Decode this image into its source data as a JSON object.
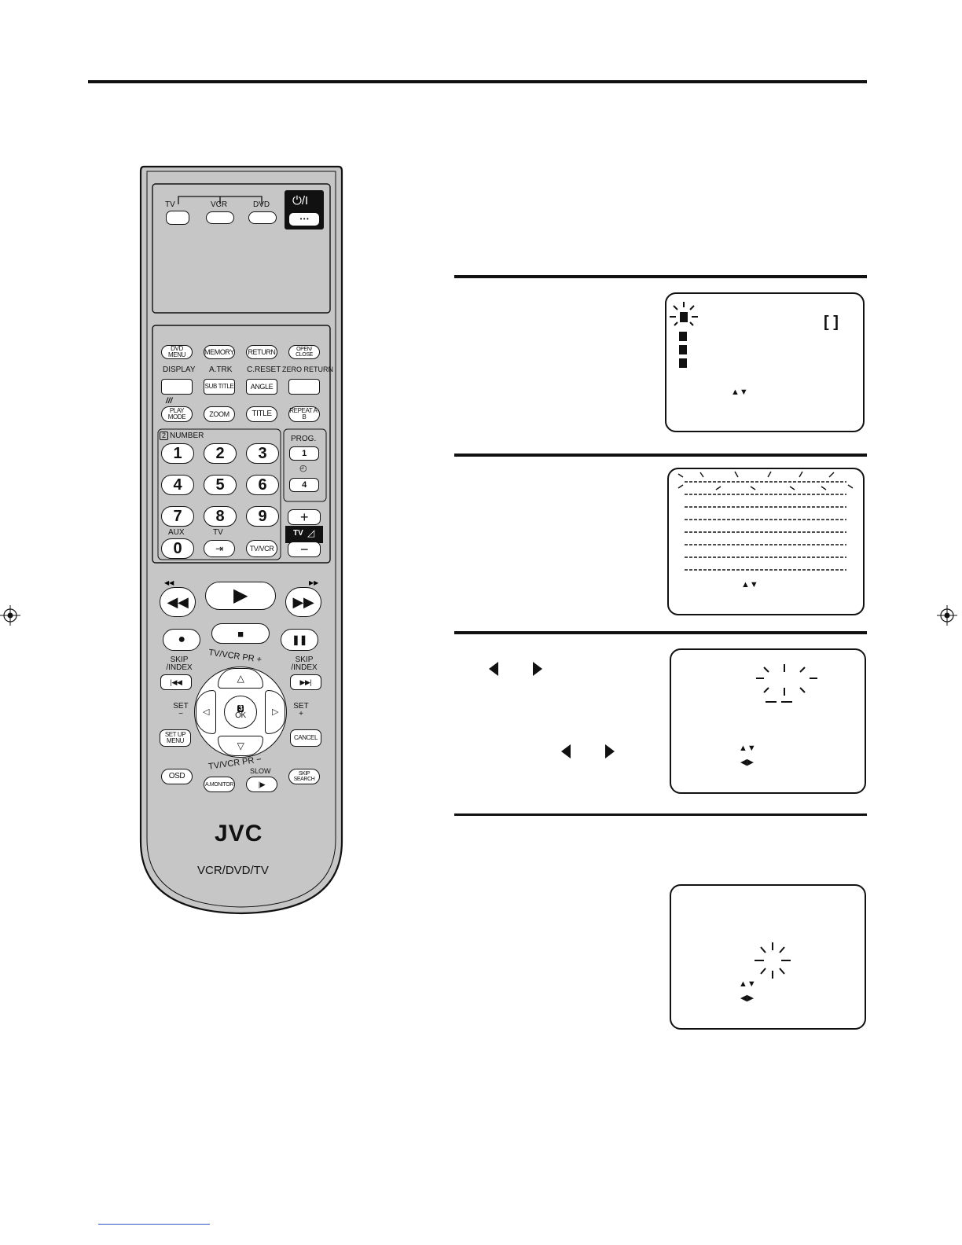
{
  "remote": {
    "mode_labels": [
      "TV",
      "VCR",
      "DVD"
    ],
    "power_label": "⏻/I",
    "row1": [
      "DVD MENU",
      "MEMORY",
      "RETURN",
      "OPEN/ CLOSE"
    ],
    "row2_top": [
      "DISPLAY",
      "A.TRK",
      "C.RESET",
      "ZERO RETURN"
    ],
    "row2_btn": [
      "",
      "SUB TITLE",
      "ANGLE",
      ""
    ],
    "row3": [
      "PLAY MODE",
      "ZOOM",
      "TITLE",
      "REPEAT A-B"
    ],
    "number_label": "NUMBER",
    "number_marker": "2",
    "numbers": [
      "1",
      "2",
      "3",
      "4",
      "5",
      "6",
      "7",
      "8",
      "9",
      "0"
    ],
    "aux_label": "AUX",
    "tv_small_label": "TV",
    "prog_label": "PROG.",
    "prog_buttons": [
      "1",
      "4"
    ],
    "tvvcr_label": "TV/VCR",
    "plus": "+",
    "minus": "−",
    "tv_vol_label": "TV",
    "skip_index": "SKIP /INDEX",
    "tvvcr_pr_plus": "TV/VCR PR +",
    "tvvcr_pr_minus": "TV/VCR PR −",
    "set_minus": "SET −",
    "set_plus": "SET +",
    "ok_marker": "3",
    "ok_label": "OK",
    "setup_menu": "SET UP MENU",
    "cancel": "CANCEL",
    "osd": "OSD",
    "amonitor": "A.MONITOR",
    "slow": "SLOW",
    "skip_search": "SKIP SEARCH",
    "brand": "JVC",
    "model": "VCR/DVD/TV"
  },
  "screens": {
    "s1_bracket": "[    ]",
    "updown": "▲▼",
    "leftright": "◀▶"
  },
  "colors": {
    "remote_body": "#c6c6c6",
    "remote_dark": "#111111"
  }
}
